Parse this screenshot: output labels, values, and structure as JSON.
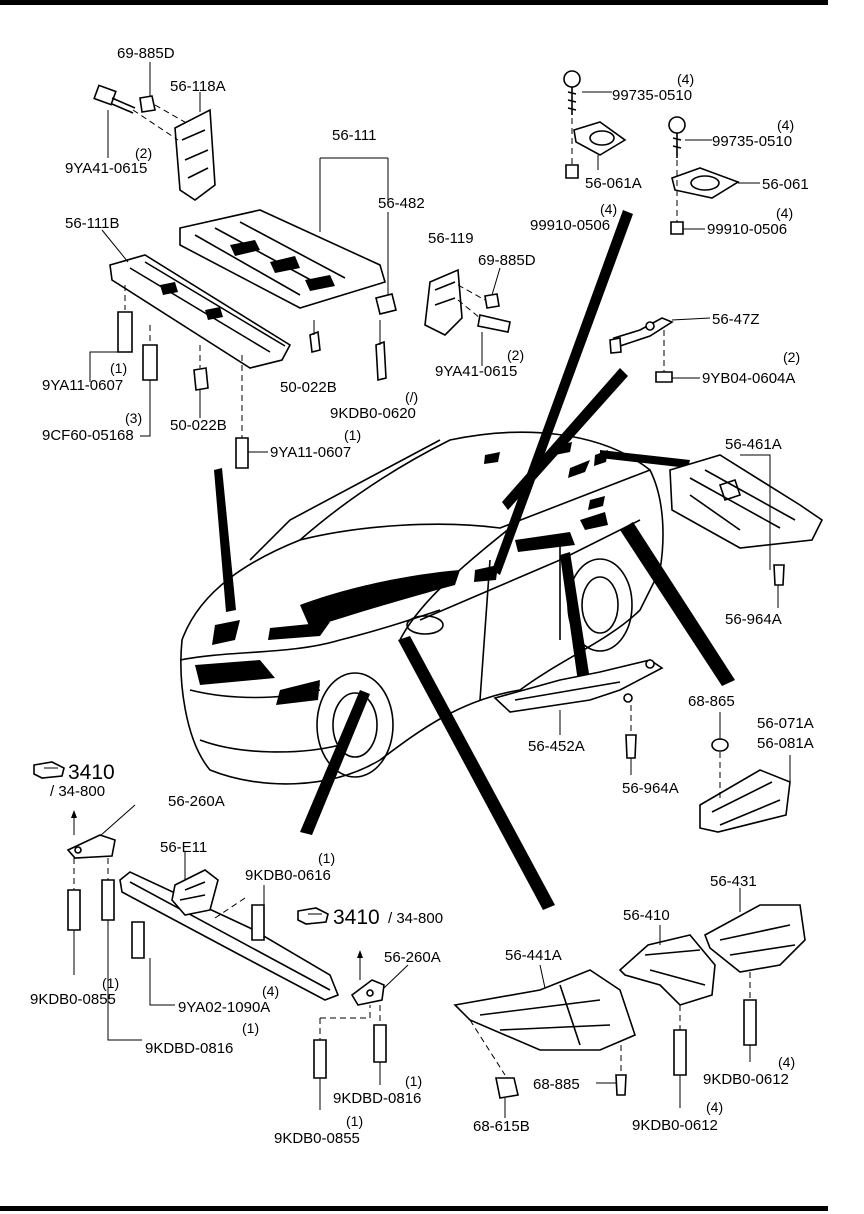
{
  "labels": {
    "p_69885D_top": "69-885D",
    "p_56118A": "56-118A",
    "p_9YA410615_top": "9YA41-0615",
    "q_9YA410615_top": "(2)",
    "p_56111": "56-111",
    "p_56482": "56-482",
    "p_56111B": "56-111B",
    "p_9YA110607_a": "9YA11-0607",
    "q_9YA110607_a": "(1)",
    "p_9CF6005168": "9CF60-05168",
    "q_9CF6005168": "(3)",
    "p_50022B_a": "50-022B",
    "p_50022B_b": "50-022B",
    "p_9YA110607_b": "9YA11-0607",
    "q_9YA110607_b": "(1)",
    "p_9KDB00620": "9KDB0-0620",
    "q_9KDB00620": "(/)",
    "p_56119": "56-119",
    "p_69885D_mid": "69-885D",
    "p_9YA410615_mid": "9YA41-0615",
    "q_9YA410615_mid": "(2)",
    "p_997350510_a": "99735-0510",
    "q_997350510_a": "(4)",
    "p_56061A": "56-061A",
    "p_999100506_a": "99910-0506",
    "q_999100506_a": "(4)",
    "p_997350510_b": "99735-0510",
    "q_997350510_b": "(4)",
    "p_56061": "56-061",
    "p_999100506_b": "99910-0506",
    "q_999100506_b": "(4)",
    "p_5647Z": "56-47Z",
    "p_9YB040604A": "9YB04-0604A",
    "q_9YB040604A": "(2)",
    "p_56461A": "56-461A",
    "p_56964A_a": "56-964A",
    "p_56452A": "56-452A",
    "p_56964A_b": "56-964A",
    "p_68865": "68-865",
    "p_56071A": "56-071A",
    "p_56081A": "56-081A",
    "ref_3410_a": "3410",
    "ref_34800_a": "/ 34-800",
    "p_56260A_a": "56-260A",
    "p_56E11": "56-E11",
    "p_9KDB00616": "9KDB0-0616",
    "q_9KDB00616": "(1)",
    "ref_3410_b": "3410",
    "ref_34800_b": "/ 34-800",
    "p_56260A_b": "56-260A",
    "p_9KDB00855_a": "9KDB0-0855",
    "q_9KDB00855_a": "(1)",
    "p_9YA021090A": "9YA02-1090A",
    "q_9YA021090A": "(4)",
    "p_9KDBD0816_a": "9KDBD-0816",
    "q_9KDBD0816_a": "(1)",
    "p_9KDBD0816_b": "9KDBD-0816",
    "q_9KDBD0816_b": "(1)",
    "p_9KDB00855_b": "9KDB0-0855",
    "q_9KDB00855_b": "(1)",
    "p_56441A": "56-441A",
    "p_56410": "56-410",
    "p_56431": "56-431",
    "p_68885": "68-885",
    "p_68615B": "68-615B",
    "p_9KDB00612_a": "9KDB0-0612",
    "q_9KDB00612_a": "(4)",
    "p_9KDB00612_b": "9KDB0-0612",
    "q_9KDB00612_b": "(4)"
  },
  "icons": {
    "ref_pointer": "pointing-hand-icon"
  }
}
